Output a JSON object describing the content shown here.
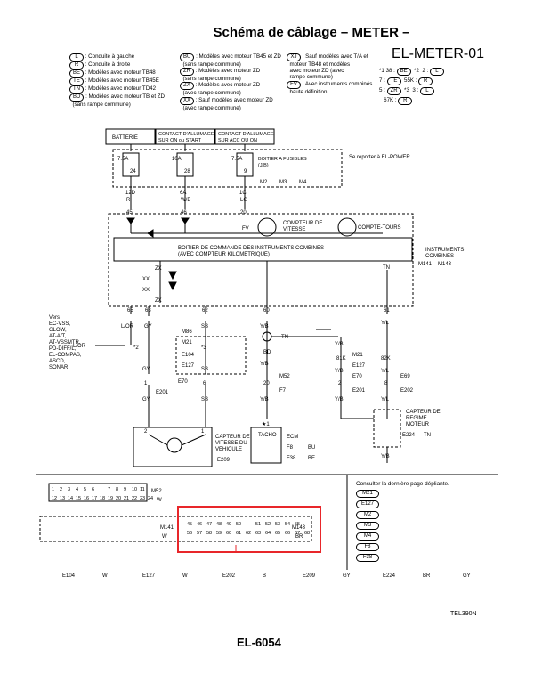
{
  "header": {
    "title": "Schéma de câblage – METER –",
    "diagram_id": "EL-METER-01",
    "page_number": "EL-6054",
    "figure_ref": "TEL390N"
  },
  "legend": {
    "col1": [
      {
        "code": "L",
        "text": ": Conduite à gauche"
      },
      {
        "code": "R",
        "text": ": Conduite à droite"
      },
      {
        "code": "BE",
        "text": ": Modèles avec moteur TB48"
      },
      {
        "code": "TE",
        "text": ": Modèles avec moteur TB45E"
      },
      {
        "code": "TN",
        "text": ": Modèles avec moteur TD42"
      },
      {
        "code": "BD",
        "text": ": Modèles avec moteur TB et ZD\n  (sans rampe commune)"
      }
    ],
    "col2": [
      {
        "code": "BU",
        "text": ": Modèles avec moteur TB45 et ZD\n  (sans rampe commune)"
      },
      {
        "code": "ZR",
        "text": ": Modèles avec moteur ZD\n  (sans rampe commune)"
      },
      {
        "code": "ZX",
        "text": ": Modèles avec moteur ZD\n  (avec rampe commune)"
      },
      {
        "code": "XX",
        "text": ": Sauf modèles avec moteur ZD\n  (avec rampe commune)"
      }
    ],
    "col3": [
      {
        "code": "XJ",
        "text": ": Sauf modèles avec T/A et\n  moteur TB48 et modèles\n  avec moteur ZD (avec\n  rampe commune)"
      },
      {
        "code": "FV",
        "text": ": Avec instruments combinés\n  haute définition"
      }
    ],
    "col4": [
      {
        "text": "*1 38 :",
        "c1": "BE",
        "mid": "*2  2 :",
        "c2": "L"
      },
      {
        "text": "7 :",
        "c1": "TE",
        "mid": "55K :",
        "c2": "R"
      },
      {
        "text": "5 :",
        "c1": "ZR",
        "mid": "*3  3 :",
        "c2": "L"
      },
      {
        "text": "",
        "c1": "",
        "mid": "67K :",
        "c2": "R"
      }
    ]
  },
  "power": {
    "battery": "BATTERIE",
    "ign1": "CONTACT D'ALLUMAGE\nSUR ON ou START",
    "ign2": "CONTACT D'ALLUMAGE\nSUR ACC OU ON",
    "fuse_box": "BOITIER A FUSIBLES\n(J/B)",
    "refer": "Se reporter à EL-POWER",
    "fuse_refs": [
      "M2",
      "M3",
      "M4"
    ],
    "fuses": [
      {
        "amp": "7.5A",
        "num": "24",
        "conn": "12D",
        "color": "R",
        "pin": "45"
      },
      {
        "amp": "10A",
        "num": "28",
        "conn": "6A",
        "color": "W/B",
        "pin": "46"
      },
      {
        "amp": "7.5A",
        "num": "9",
        "conn": "1C",
        "color": "LG",
        "pin": "20"
      }
    ]
  },
  "meter": {
    "title": "BOITIER DE COMMANDE DES INSTRUMENTS COMBINES\n(AVEC COMPTEUR KILOMETRIQUE)",
    "speedo": "COMPTEUR DE\nVITESSE",
    "tacho": "COMPTE-TOURS",
    "combi": "INSTRUMENTS\nCOMBINES",
    "combi_conns": [
      "M141",
      "M143"
    ],
    "fv": "FV",
    "tn": "TN",
    "zx": "ZX",
    "xx": "XX",
    "pins": [
      "65",
      "63",
      "62",
      "60",
      "61"
    ]
  },
  "left": {
    "vers": "Vers\nEC-VSS,\nGLOW,\nAT-A/T,\nAT-VSSMTR,\nPD-DIFF/L,\nEL-COMPAS,\nASCD,\nSONAR",
    "l_or": "L/OR",
    "wires": [
      "L/OR",
      "GY",
      "SB"
    ],
    "m86": "M86",
    "m21": "M21",
    "e104": "E104",
    "e127": "E127",
    "e70": "E70",
    "e201": "E201",
    "star2": "*2",
    "star3": "*3",
    "l": "L",
    "r": "R",
    "gy": "GY",
    "sb": "SB",
    "p1": "1",
    "p6": "6",
    "p2": "2",
    "p1b": "1",
    "vss": "CAPTEUR DE\nVITESSE DU\nVEHICULE",
    "e209": "E209"
  },
  "middle": {
    "yb": "Y/B",
    "tn": "TN",
    "bd": "BD",
    "m52": "M52",
    "f7": "F7",
    "p20": "20",
    "p7": "7",
    "tacho": "TACHO",
    "ecm": "ECM",
    "f8": "F8",
    "bu": "BU",
    "f38": "F38",
    "be": "BE",
    "star1": "★1"
  },
  "right": {
    "yb": "Y/B",
    "yl": "Y/L",
    "p81k": "81K",
    "p82k": "82K",
    "m21": "M21",
    "e127": "E127",
    "e69": "E69",
    "e70": "E70",
    "e201": "E201",
    "e202": "E202",
    "p2": "2",
    "p8": "8",
    "sensor": "CAPTEUR DE\nREGIME\nMOTEUR",
    "e224": "E224",
    "tn": "TN"
  },
  "connectors": {
    "m52_top": [
      "1",
      "2",
      "3",
      "4",
      "5",
      "6",
      "",
      "7",
      "8",
      "9",
      "10",
      "11"
    ],
    "m52_bot": [
      "12",
      "13",
      "14",
      "15",
      "16",
      "17",
      "18",
      "19",
      "20",
      "21",
      "22",
      "23",
      "24"
    ],
    "m52": "M52",
    "w": "W",
    "m141": "M141",
    "m143": "M143",
    "br": "BR",
    "m143_top": [
      "45",
      "46",
      "47",
      "48",
      "49",
      "50",
      "",
      "51",
      "52",
      "53",
      "54",
      "55"
    ],
    "m143_bot": [
      "56",
      "57",
      "58",
      "59",
      "60",
      "61",
      "62",
      "63",
      "64",
      "65",
      "66",
      "67",
      "68"
    ],
    "bottom": [
      "E104",
      "W",
      "E127",
      "W",
      "E202",
      "B",
      "E209",
      "GY",
      "E224",
      "BR",
      "GY"
    ],
    "consult": "Consulter la dernière page dépliante.",
    "refs": [
      "M21",
      "E127",
      "M2",
      "M3",
      "M4",
      "F8",
      "F38"
    ]
  },
  "colors": {
    "highlight": "#e8262a",
    "ink": "#000000"
  }
}
